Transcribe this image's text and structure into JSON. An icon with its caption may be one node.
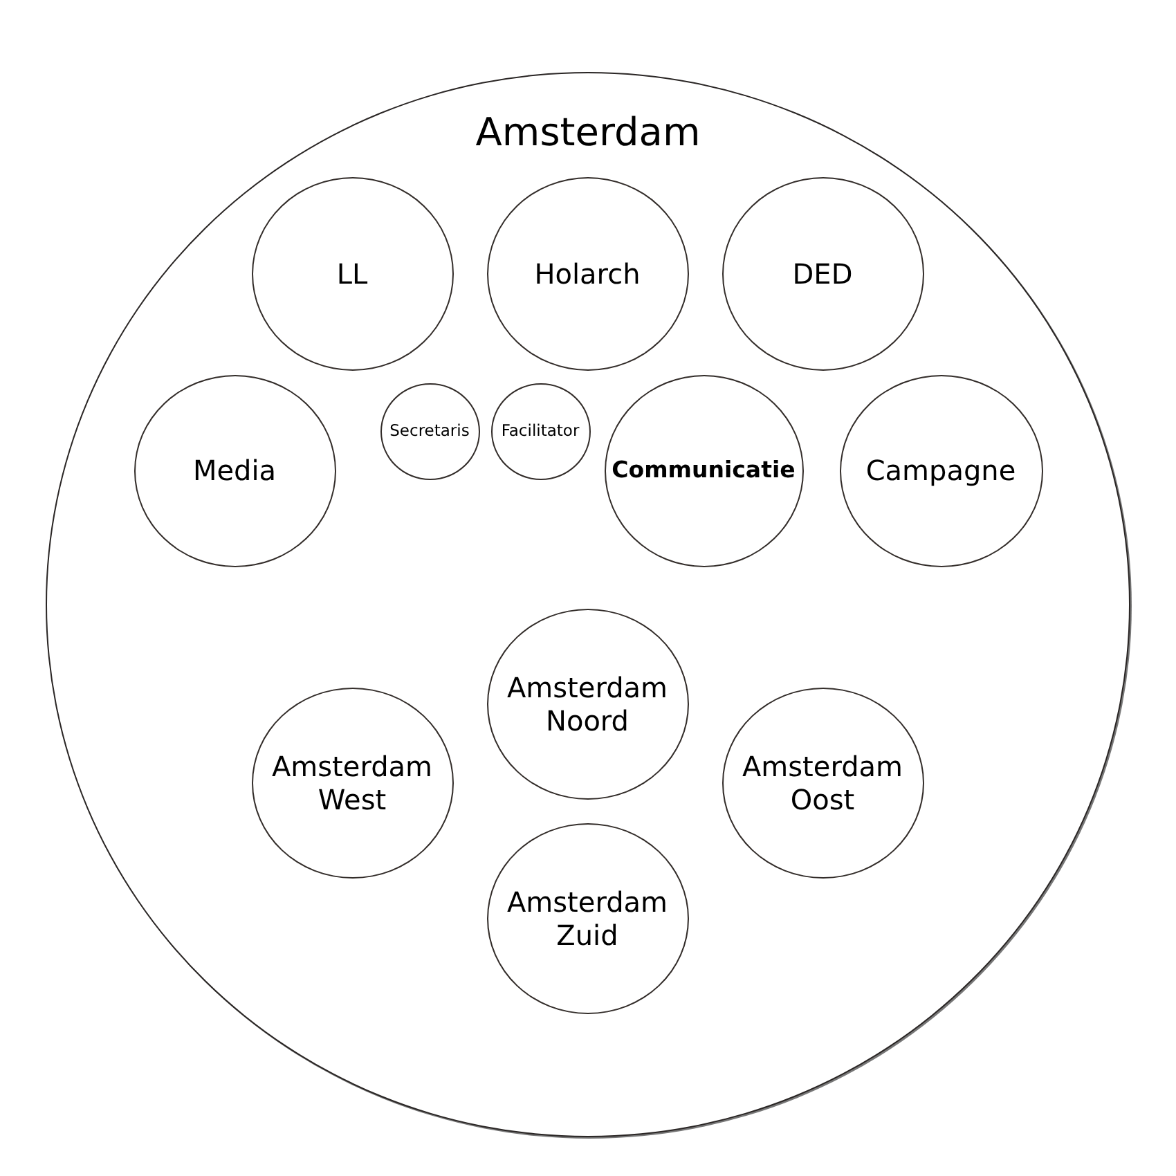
{
  "diagram": {
    "nodes": [
      {
        "text": [
          "Amsterdam"
        ]
      },
      {
        "text": [
          "LL"
        ],
        "in": 0
      },
      {
        "text": [
          "Holarch"
        ],
        "in": 0
      },
      {
        "text": [
          "DED"
        ],
        "in": 0
      },
      {
        "text": [
          "Media"
        ],
        "in": 0
      },
      {
        "text": [
          "Secretaris"
        ],
        "in": 0
      },
      {
        "text": [
          "Facilitator"
        ],
        "in": 0
      },
      {
        "text": [
          "Communicatie"
        ],
        "in": 0
      },
      {
        "text": [
          "Campagne"
        ],
        "in": 0
      },
      {
        "text": [
          "Amsterdam Noord"
        ],
        "in": 0
      },
      {
        "text": [
          "Amsterdam West"
        ],
        "in": 0
      },
      {
        "text": [
          "Amsterdam Oost"
        ],
        "in": 0
      },
      {
        "text": [
          "Amsterdam Zuid"
        ],
        "in": 0
      }
    ]
  }
}
